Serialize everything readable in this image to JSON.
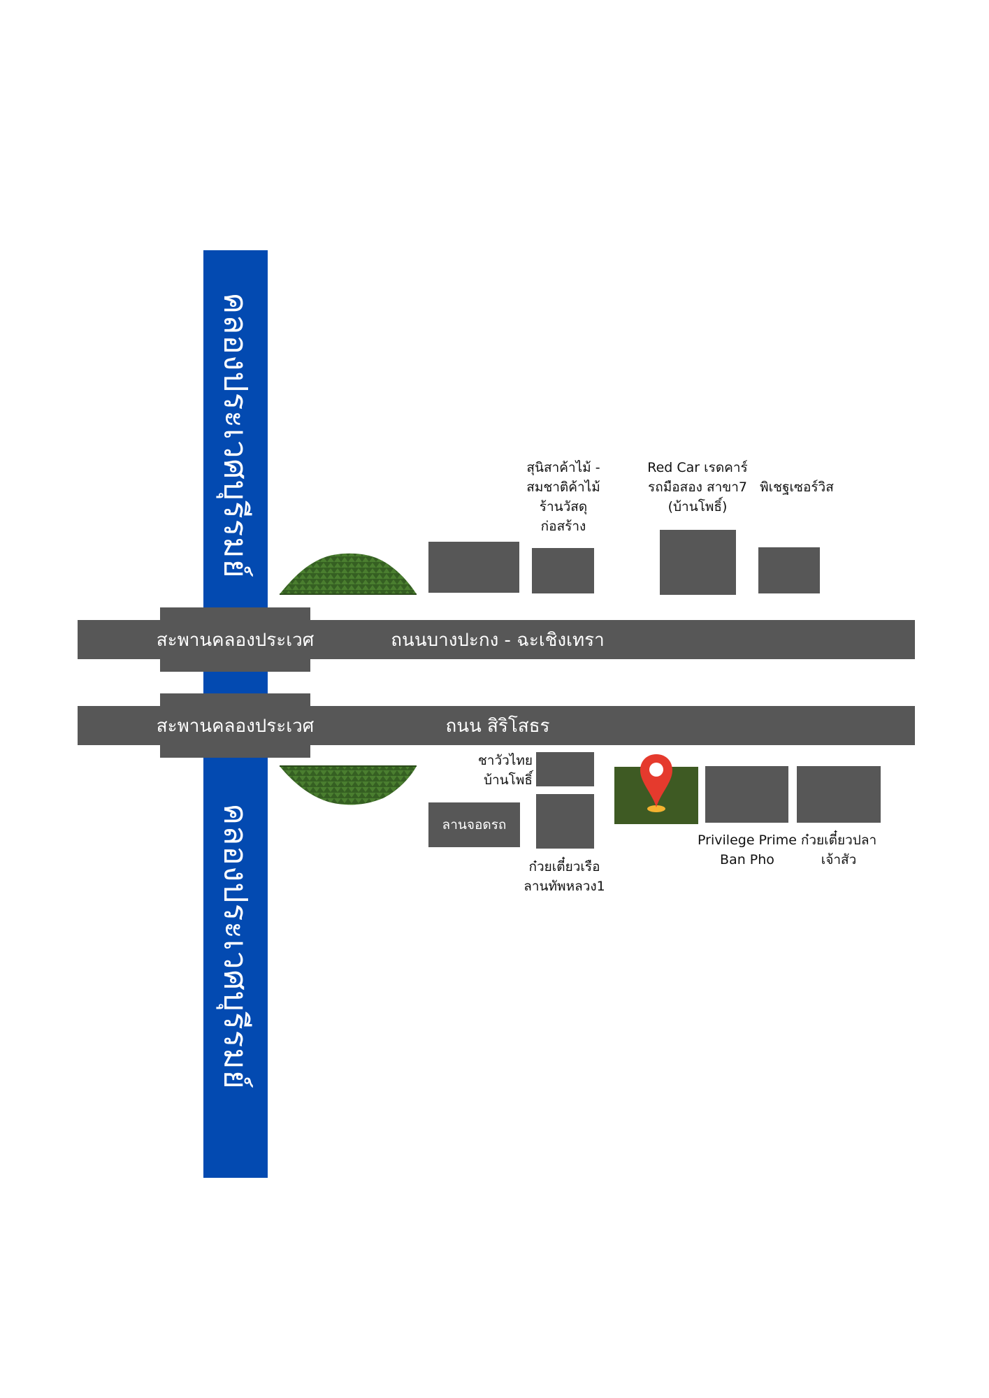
{
  "canal": {
    "label_top": "คลองประเวศบุรีรมย์",
    "label_bottom": "คลองประเวศบุรีรมย์",
    "color": "#034ab1"
  },
  "roads": {
    "upper_name": "ถนนบางปะกง - ฉะเชิงเทรา",
    "lower_name": "ถนน สิริโสธร",
    "color": "#575757"
  },
  "bridges": {
    "upper": "สะพานคลองประเวศ",
    "lower": "สะพานคลองประเวศ"
  },
  "places_north": {
    "hardware_store": [
      "สุนิสาค้าไม้ -",
      "สมชาติค้าไม้",
      "ร้านวัสดุ",
      "ก่อสร้าง"
    ],
    "red_car": [
      "Red Car เรดคาร์",
      "รถมือสอง สาขา7",
      "(บ้านโพธิ์)"
    ],
    "service": [
      "พิเชฐเซอร์วิส"
    ]
  },
  "places_south": {
    "thai_tea": [
      "ชาวัวไทย",
      "บ้านโพธิ์"
    ],
    "parking": "ลานจอดรถ",
    "boat_noodle": [
      "ก๋วยเตี๋ยวเรือ",
      "ลานทัพหลวง1"
    ],
    "privilege": [
      "Privilege Prime",
      "Ban Pho"
    ],
    "fish_noodle": [
      "ก๋วยเตี๋ยวปลา",
      "เจ้าสัว"
    ]
  },
  "marker": {
    "icon": "location-pin-icon",
    "pin_color": "#e53a2d",
    "lot_color": "#3e5a23"
  },
  "vegetation_color": "#3f6e28"
}
